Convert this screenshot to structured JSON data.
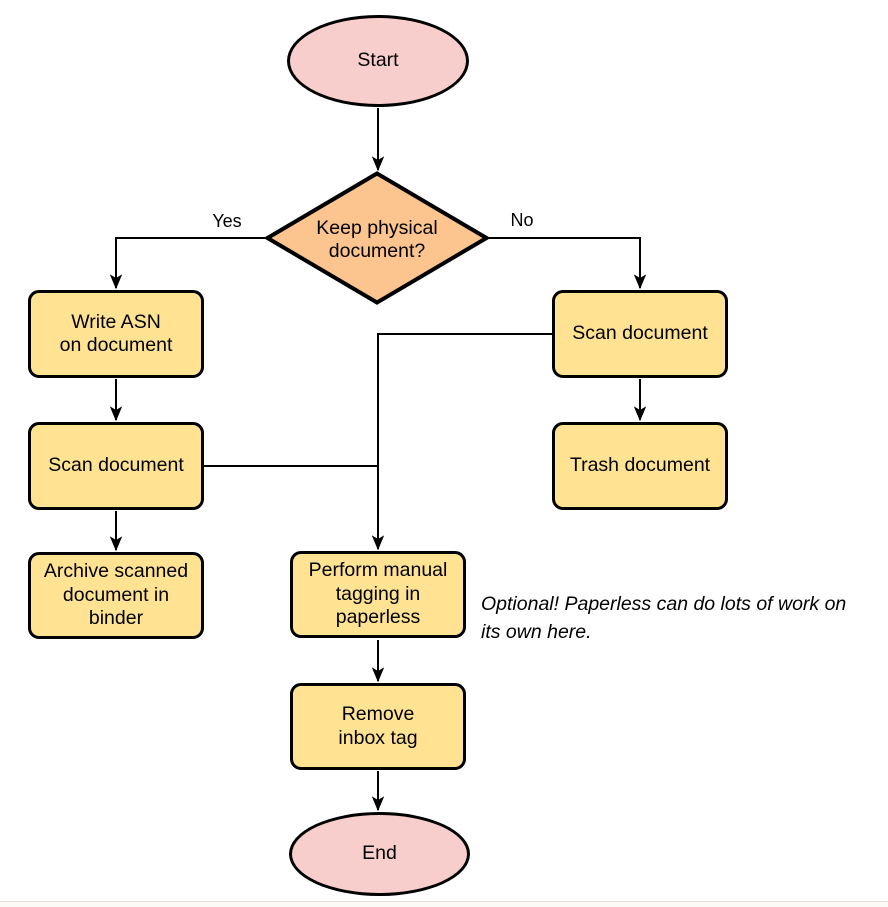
{
  "colors": {
    "process_fill": "#ffe393",
    "decision_fill": "#fcc48f",
    "terminal_fill": "#f7cecb",
    "stroke": "#000000"
  },
  "nodes": {
    "start": {
      "label": "Start"
    },
    "decision": {
      "label": "Keep physical\ndocument?"
    },
    "write_asn": {
      "label": "Write ASN\non document"
    },
    "scan_left": {
      "label": "Scan document"
    },
    "archive": {
      "label": "Archive scanned\ndocument in\nbinder"
    },
    "scan_right": {
      "label": "Scan document"
    },
    "trash": {
      "label": "Trash document"
    },
    "perform_tagging": {
      "label": "Perform manual\ntagging in\npaperless"
    },
    "remove_inbox": {
      "label": "Remove\ninbox tag"
    },
    "end": {
      "label": "End"
    }
  },
  "edge_labels": {
    "yes": "Yes",
    "no": "No"
  },
  "note": "Optional! Paperless can do lots of work on\nits own here."
}
